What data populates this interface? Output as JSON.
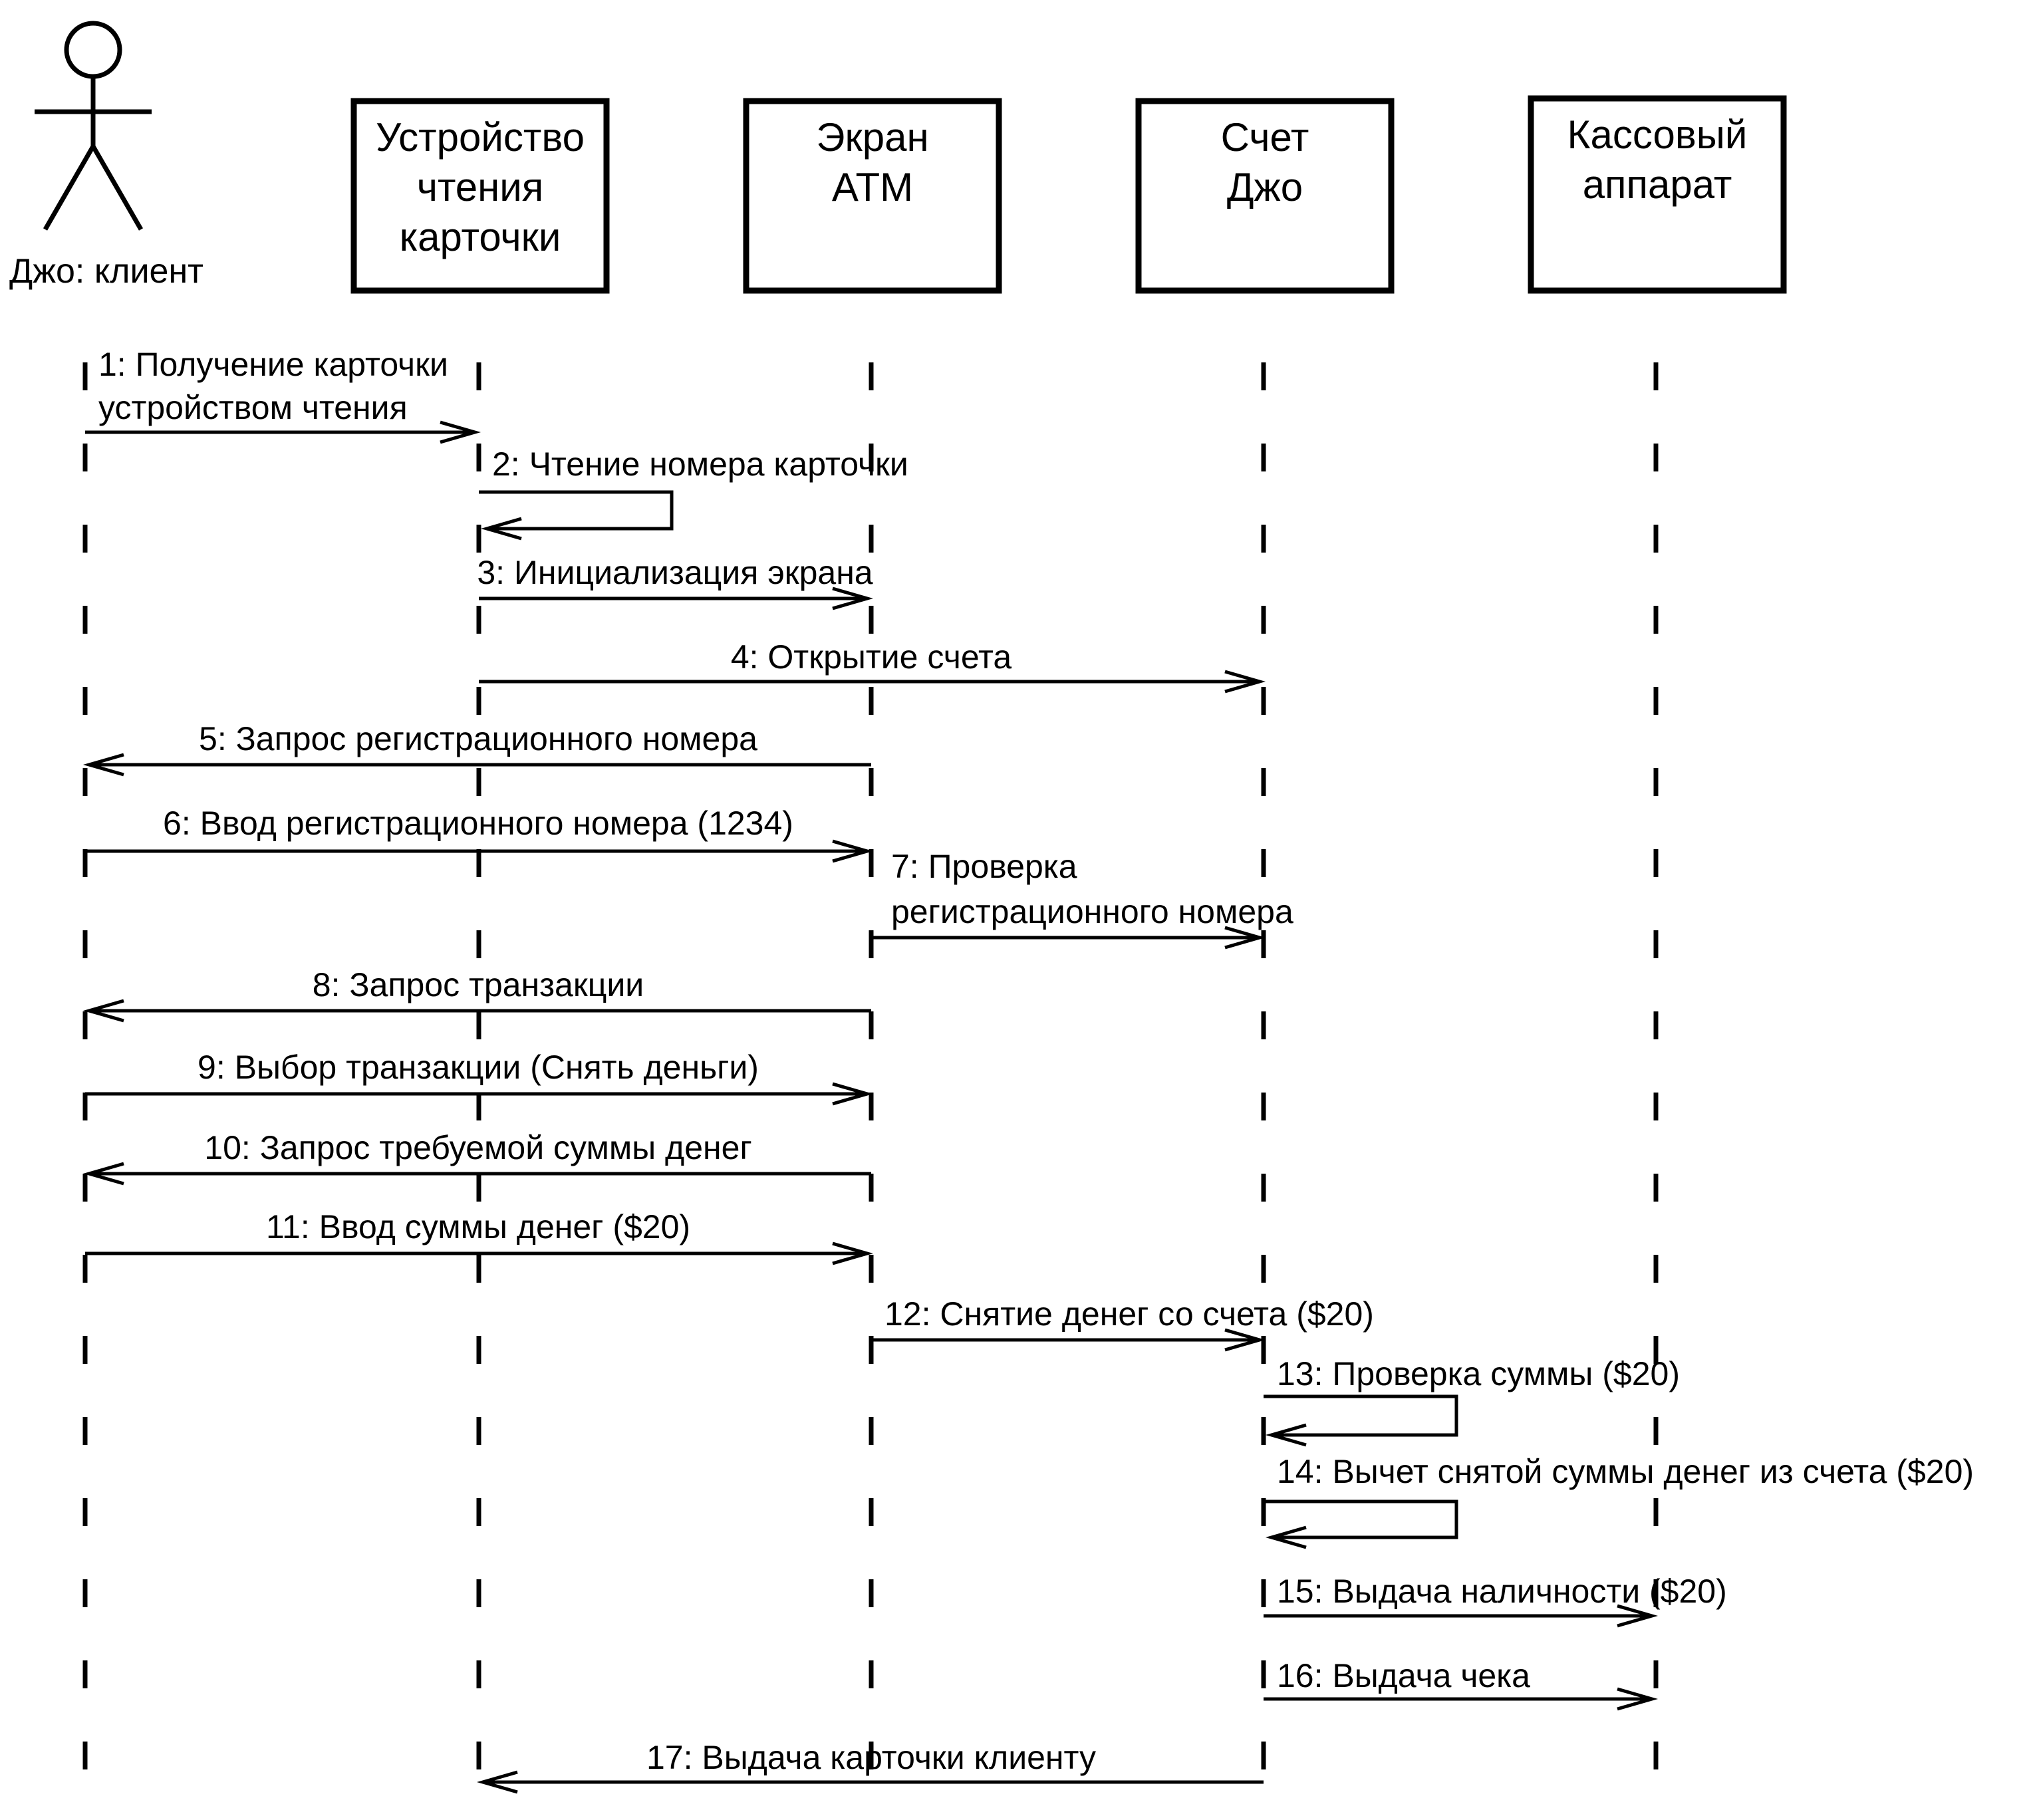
{
  "actor": {
    "name": "Джо: клиент"
  },
  "objects": [
    {
      "id": "reader",
      "lines": [
        "Устройство",
        "чтения",
        "карточки"
      ]
    },
    {
      "id": "screen",
      "lines": [
        "Экран",
        "ATM"
      ]
    },
    {
      "id": "account",
      "lines": [
        "Счет",
        "Джо"
      ]
    },
    {
      "id": "cashbox",
      "lines": [
        "Кассовый",
        "аппарат"
      ]
    }
  ],
  "messages": [
    {
      "label": [
        "1: Получение карточки",
        "устройством чтения"
      ],
      "from": "actor",
      "to": "reader"
    },
    {
      "label": [
        "2: Чтение номера карточки"
      ],
      "from": "reader",
      "to": "reader"
    },
    {
      "label": [
        "3: Инициализация экрана"
      ],
      "from": "reader",
      "to": "screen"
    },
    {
      "label": [
        "4: Открытие счета"
      ],
      "from": "reader",
      "to": "account"
    },
    {
      "label": [
        "5: Запрос регистрационного номера"
      ],
      "from": "screen",
      "to": "actor"
    },
    {
      "label": [
        "6: Ввод регистрационного номера (1234)"
      ],
      "from": "actor",
      "to": "screen"
    },
    {
      "label": [
        "7: Проверка",
        "регистрационного номера"
      ],
      "from": "screen",
      "to": "account"
    },
    {
      "label": [
        "8: Запрос транзакции"
      ],
      "from": "screen",
      "to": "actor"
    },
    {
      "label": [
        "9: Выбор транзакции (Снять деньги)"
      ],
      "from": "actor",
      "to": "screen"
    },
    {
      "label": [
        "10: Запрос требуемой суммы денег"
      ],
      "from": "screen",
      "to": "actor"
    },
    {
      "label": [
        "11: Ввод суммы денег ($20)"
      ],
      "from": "actor",
      "to": "screen"
    },
    {
      "label": [
        "12: Снятие денег со счета ($20)"
      ],
      "from": "screen",
      "to": "account"
    },
    {
      "label": [
        "13: Проверка суммы ($20)"
      ],
      "from": "account",
      "to": "account"
    },
    {
      "label": [
        "14: Вычет снятой суммы денег из счета ($20)"
      ],
      "from": "account",
      "to": "account"
    },
    {
      "label": [
        "15: Выдача наличности ($20)"
      ],
      "from": "account",
      "to": "cashbox"
    },
    {
      "label": [
        "16: Выдача чека"
      ],
      "from": "account",
      "to": "cashbox"
    },
    {
      "label": [
        "17: Выдача карточки клиенту"
      ],
      "from": "account",
      "to": "reader"
    }
  ]
}
